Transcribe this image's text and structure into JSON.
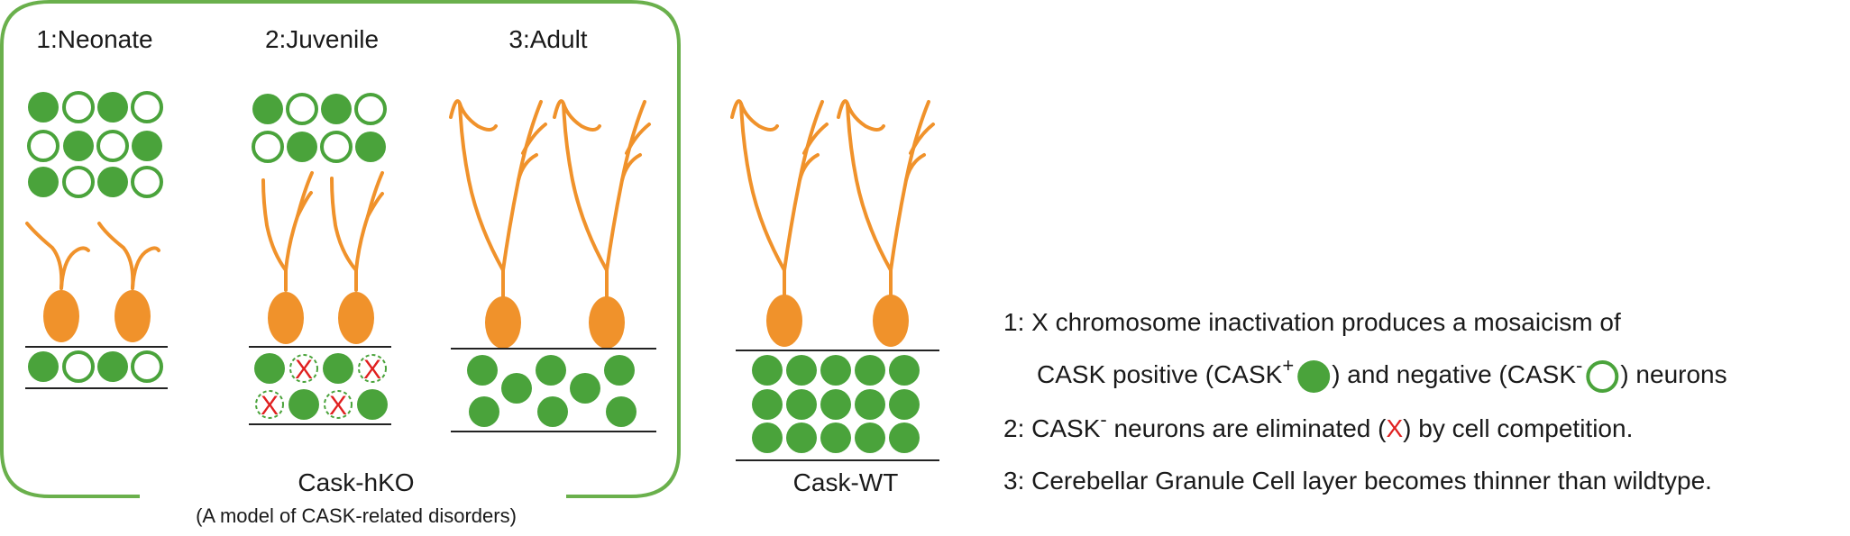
{
  "stages": [
    "1:Neonate",
    "2:Juvenile",
    "3:Adult"
  ],
  "hko_label": "Cask-hKO",
  "hko_sublabel": "(A model of CASK-related disorders)",
  "wt_label": "Cask-WT",
  "legend": {
    "line1": "1: X chromosome inactivation produces a mosaicism of",
    "line2_a": "CASK positive (CASK",
    "line2_plus": "+",
    "line2_b": ") and negative (CASK",
    "line2_minus": "-",
    "line2_c": ") neurons",
    "line3_a": "2: CASK",
    "line3_minus": "-",
    "line3_b": " neurons are eliminated (",
    "line3_x": "X",
    "line3_c": ") by cell competition.",
    "line4": "3: Cerebellar Granule Cell layer becomes thinner than wildtype."
  },
  "colors": {
    "green": "#4aa33b",
    "orange": "#f0922b",
    "red": "#e02020",
    "line": "#222222",
    "frame": "#6ab04c"
  },
  "icons": [
    "cask-positive-cell-icon",
    "cask-negative-cell-icon",
    "eliminated-cell-x-icon"
  ]
}
